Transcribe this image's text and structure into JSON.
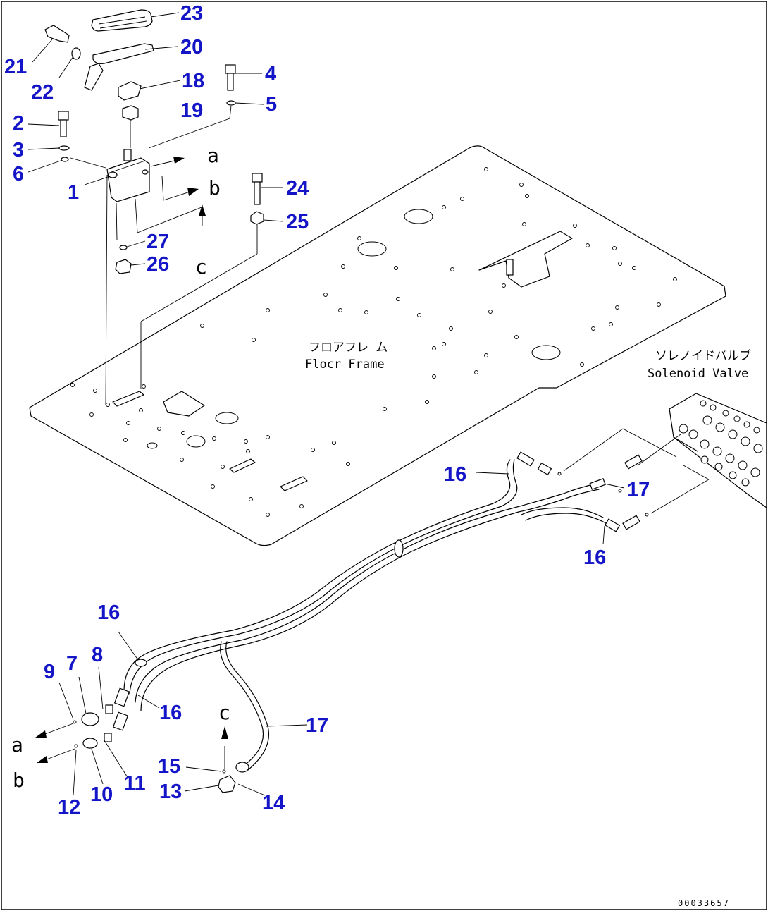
{
  "diagram": {
    "labels": {
      "floor_frame_jp": "フロアフレ ム",
      "floor_frame_en": "Flocr Frame",
      "solenoid_valve_jp": "ソレノイドバルブ",
      "solenoid_valve_en": "Solenoid Valve"
    },
    "letters": {
      "a_top": "a",
      "b_top": "b",
      "c_top": "c",
      "c_bottom": "c",
      "a_bottom": "a",
      "b_bottom": "b"
    },
    "callouts": [
      {
        "id": "23",
        "text": "23"
      },
      {
        "id": "21",
        "text": "21"
      },
      {
        "id": "20",
        "text": "20"
      },
      {
        "id": "22",
        "text": "22"
      },
      {
        "id": "4",
        "text": "4"
      },
      {
        "id": "18",
        "text": "18"
      },
      {
        "id": "2",
        "text": "2"
      },
      {
        "id": "19",
        "text": "19"
      },
      {
        "id": "5",
        "text": "5"
      },
      {
        "id": "3",
        "text": "3"
      },
      {
        "id": "6",
        "text": "6"
      },
      {
        "id": "1",
        "text": "1"
      },
      {
        "id": "24",
        "text": "24"
      },
      {
        "id": "25",
        "text": "25"
      },
      {
        "id": "27",
        "text": "27"
      },
      {
        "id": "26",
        "text": "26"
      },
      {
        "id": "16a",
        "text": "16"
      },
      {
        "id": "17a",
        "text": "17"
      },
      {
        "id": "16b",
        "text": "16"
      },
      {
        "id": "16c",
        "text": "16"
      },
      {
        "id": "8",
        "text": "8"
      },
      {
        "id": "7",
        "text": "7"
      },
      {
        "id": "9",
        "text": "9"
      },
      {
        "id": "16d",
        "text": "16"
      },
      {
        "id": "17b",
        "text": "17"
      },
      {
        "id": "15",
        "text": "15"
      },
      {
        "id": "11",
        "text": "11"
      },
      {
        "id": "13",
        "text": "13"
      },
      {
        "id": "10",
        "text": "10"
      },
      {
        "id": "14",
        "text": "14"
      },
      {
        "id": "12",
        "text": "12"
      }
    ],
    "document_number": "00033657"
  }
}
